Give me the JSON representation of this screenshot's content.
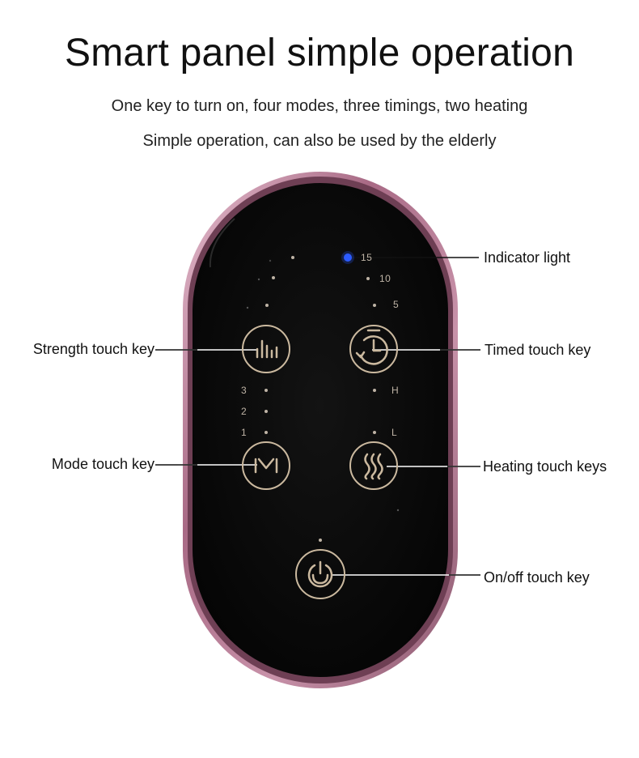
{
  "header": {
    "title": "Smart panel simple operation",
    "subtitle_line1": "One key to turn on, four modes, three timings, two heating",
    "subtitle_line2": "Simple operation, can also be used by the elderly"
  },
  "callouts": {
    "indicator_light": "Indicator light",
    "strength_touch_key": "Strength touch key",
    "timed_touch_key": "Timed touch key",
    "mode_touch_key": "Mode touch key",
    "heating_touch_keys": "Heating touch keys",
    "onoff_touch_key": "On/off touch key"
  },
  "panel": {
    "timer_labels": [
      "15",
      "10",
      "5"
    ],
    "mode_labels": [
      "3",
      "2",
      "1"
    ],
    "heat_labels": [
      "H",
      "L"
    ]
  },
  "colors": {
    "frame": "#b97f97",
    "panel": "#0a0a0a",
    "key_outline": "#cbb99f",
    "indicator_active": "#2d5bff"
  },
  "icons": {
    "strength": "strength-bars-icon",
    "timer": "timer-icon",
    "mode": "mode-m-icon",
    "heating": "heat-waves-icon",
    "power": "power-icon"
  }
}
